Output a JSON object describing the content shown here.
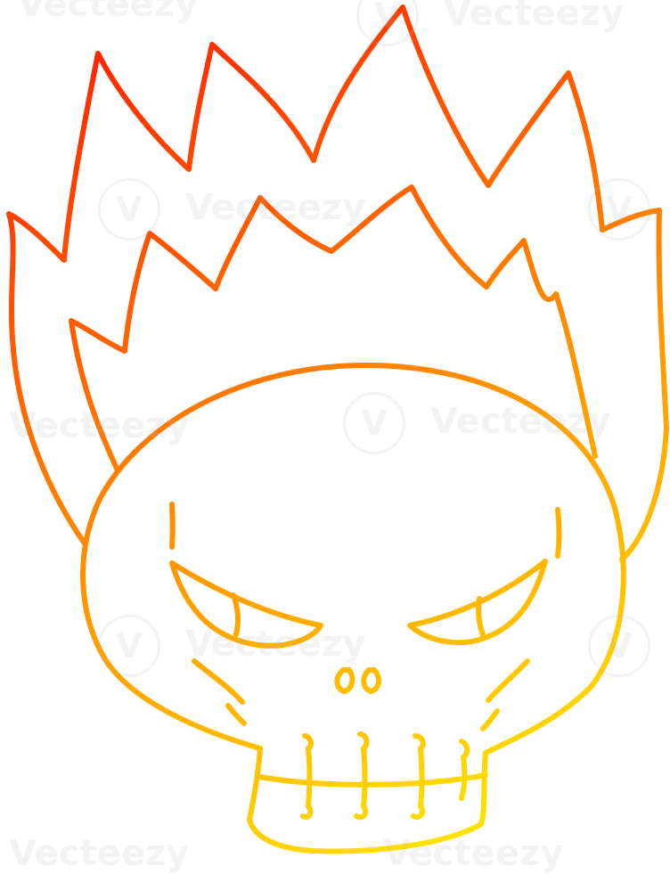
{
  "illustration": {
    "subject": "cartoon skull engulfed in flames",
    "stroke_gradient": [
      "#ff2400",
      "#ff8a00",
      "#ffe600"
    ],
    "background": "#ffffff"
  },
  "watermark": {
    "text": "Vecteezy",
    "badge_glyph": "V"
  }
}
